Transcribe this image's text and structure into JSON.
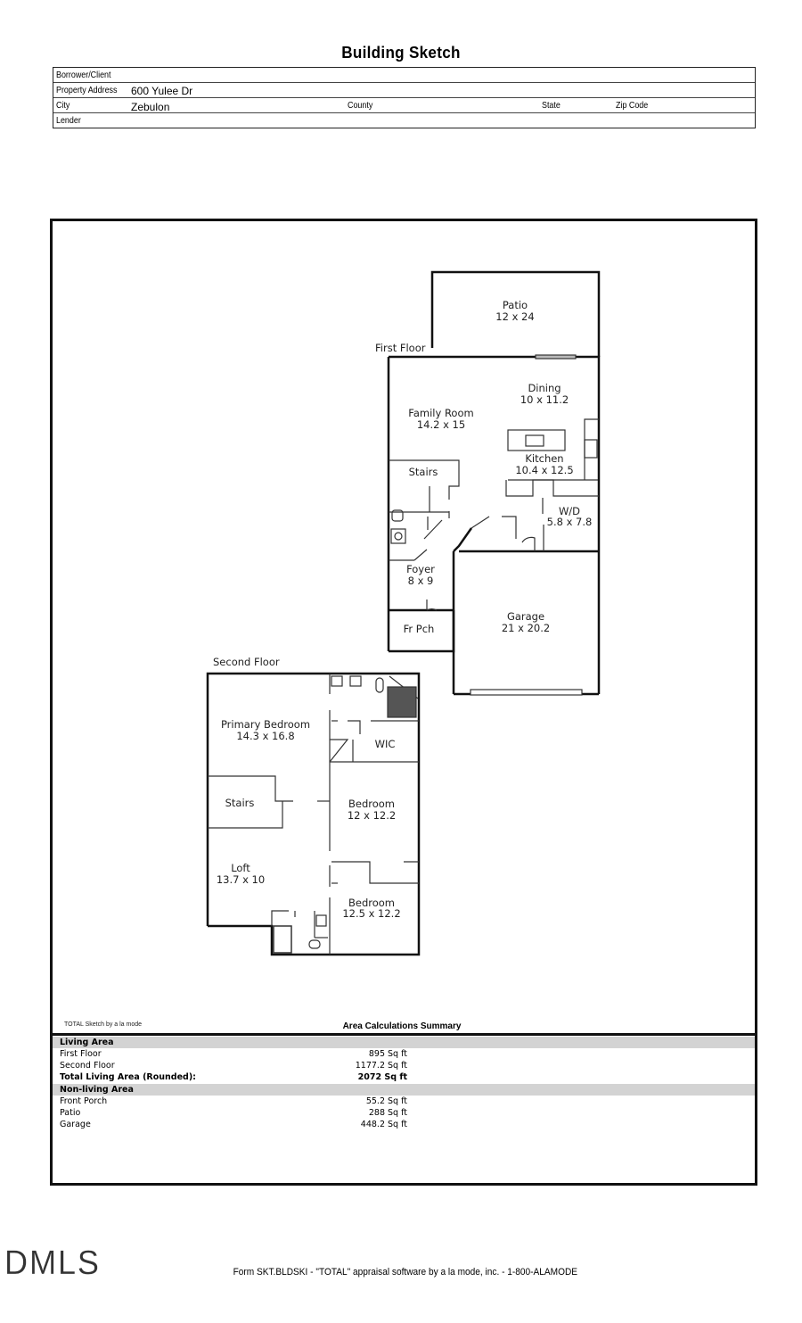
{
  "title": "Building Sketch",
  "header": {
    "borrower_label": "Borrower/Client",
    "borrower_value": "",
    "address_label": "Property Address",
    "address_value": "600 Yulee Dr",
    "city_label": "City",
    "city_value": "Zebulon",
    "county_label": "County",
    "state_label": "State",
    "zip_label": "Zip Code",
    "lender_label": "Lender"
  },
  "sketch": {
    "first_floor_label": "First Floor",
    "second_floor_label": "Second Floor",
    "rooms": {
      "patio": {
        "name": "Patio",
        "dims": "12 x 24"
      },
      "dining": {
        "name": "Dining",
        "dims": "10 x 11.2"
      },
      "family": {
        "name": "Family Room",
        "dims": "14.2 x 15"
      },
      "kitchen": {
        "name": "Kitchen",
        "dims": "10.4 x 12.5"
      },
      "stairs1": {
        "name": "Stairs"
      },
      "wd": {
        "name": "W/D",
        "dims": "5.8 x 7.8"
      },
      "foyer": {
        "name": "Foyer",
        "dims": "8 x 9"
      },
      "garage": {
        "name": "Garage",
        "dims": "21 x 20.2"
      },
      "frpch": {
        "name": "Fr Pch"
      },
      "primary": {
        "name": "Primary Bedroom",
        "dims": "14.3 x 16.8"
      },
      "wic": {
        "name": "WIC"
      },
      "stairs2": {
        "name": "Stairs"
      },
      "bedroom1": {
        "name": "Bedroom",
        "dims": "12 x 12.2"
      },
      "loft": {
        "name": "Loft",
        "dims": "13.7 x 10"
      },
      "bedroom2": {
        "name": "Bedroom",
        "dims": "12.5 x 12.2"
      }
    }
  },
  "credit": "TOTAL Sketch by a la mode",
  "summary": {
    "title": "Area Calculations Summary",
    "living_header": "Living Area",
    "living": [
      {
        "label": "First Floor",
        "value": "895 Sq ft"
      },
      {
        "label": "Second Floor",
        "value": "1177.2 Sq ft"
      }
    ],
    "total_label": "Total Living Area (Rounded):",
    "total_value": "2072 Sq ft",
    "nonliving_header": "Non-living Area",
    "nonliving": [
      {
        "label": "Front Porch",
        "value": "55.2 Sq ft"
      },
      {
        "label": "Patio",
        "value": "288 Sq ft"
      },
      {
        "label": "Garage",
        "value": "448.2 Sq ft"
      }
    ]
  },
  "watermark": "DMLS",
  "footer": "Form SKT.BLDSKI - \"TOTAL\" appraisal software by a la mode, inc. - 1-800-ALAMODE"
}
